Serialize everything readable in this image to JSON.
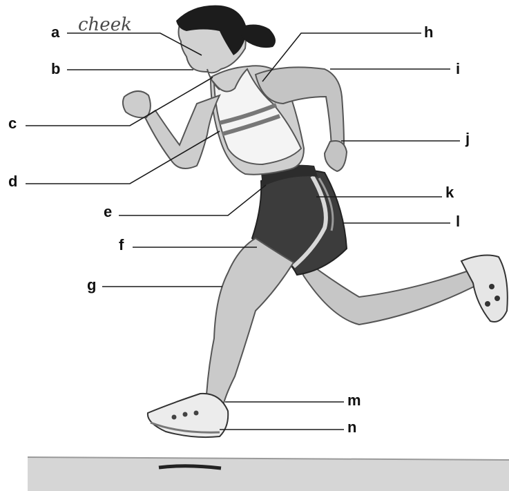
{
  "labels": {
    "a": "a",
    "b": "b",
    "c": "c",
    "d": "d",
    "e": "e",
    "f": "f",
    "g": "g",
    "h": "h",
    "i": "i",
    "j": "j",
    "k": "k",
    "l": "l",
    "m": "m",
    "n": "n"
  },
  "answers": {
    "a": "cheek"
  },
  "colors": {
    "skin": "#cfcfcf",
    "skin_shadow": "#a9a9a9",
    "hair": "#1a1a1a",
    "shorts": "#3a3a3a",
    "top": "#f2f2f2",
    "shoe": "#e8e8e8",
    "line": "#1a1a1a",
    "ground": "#c9c9c9"
  }
}
